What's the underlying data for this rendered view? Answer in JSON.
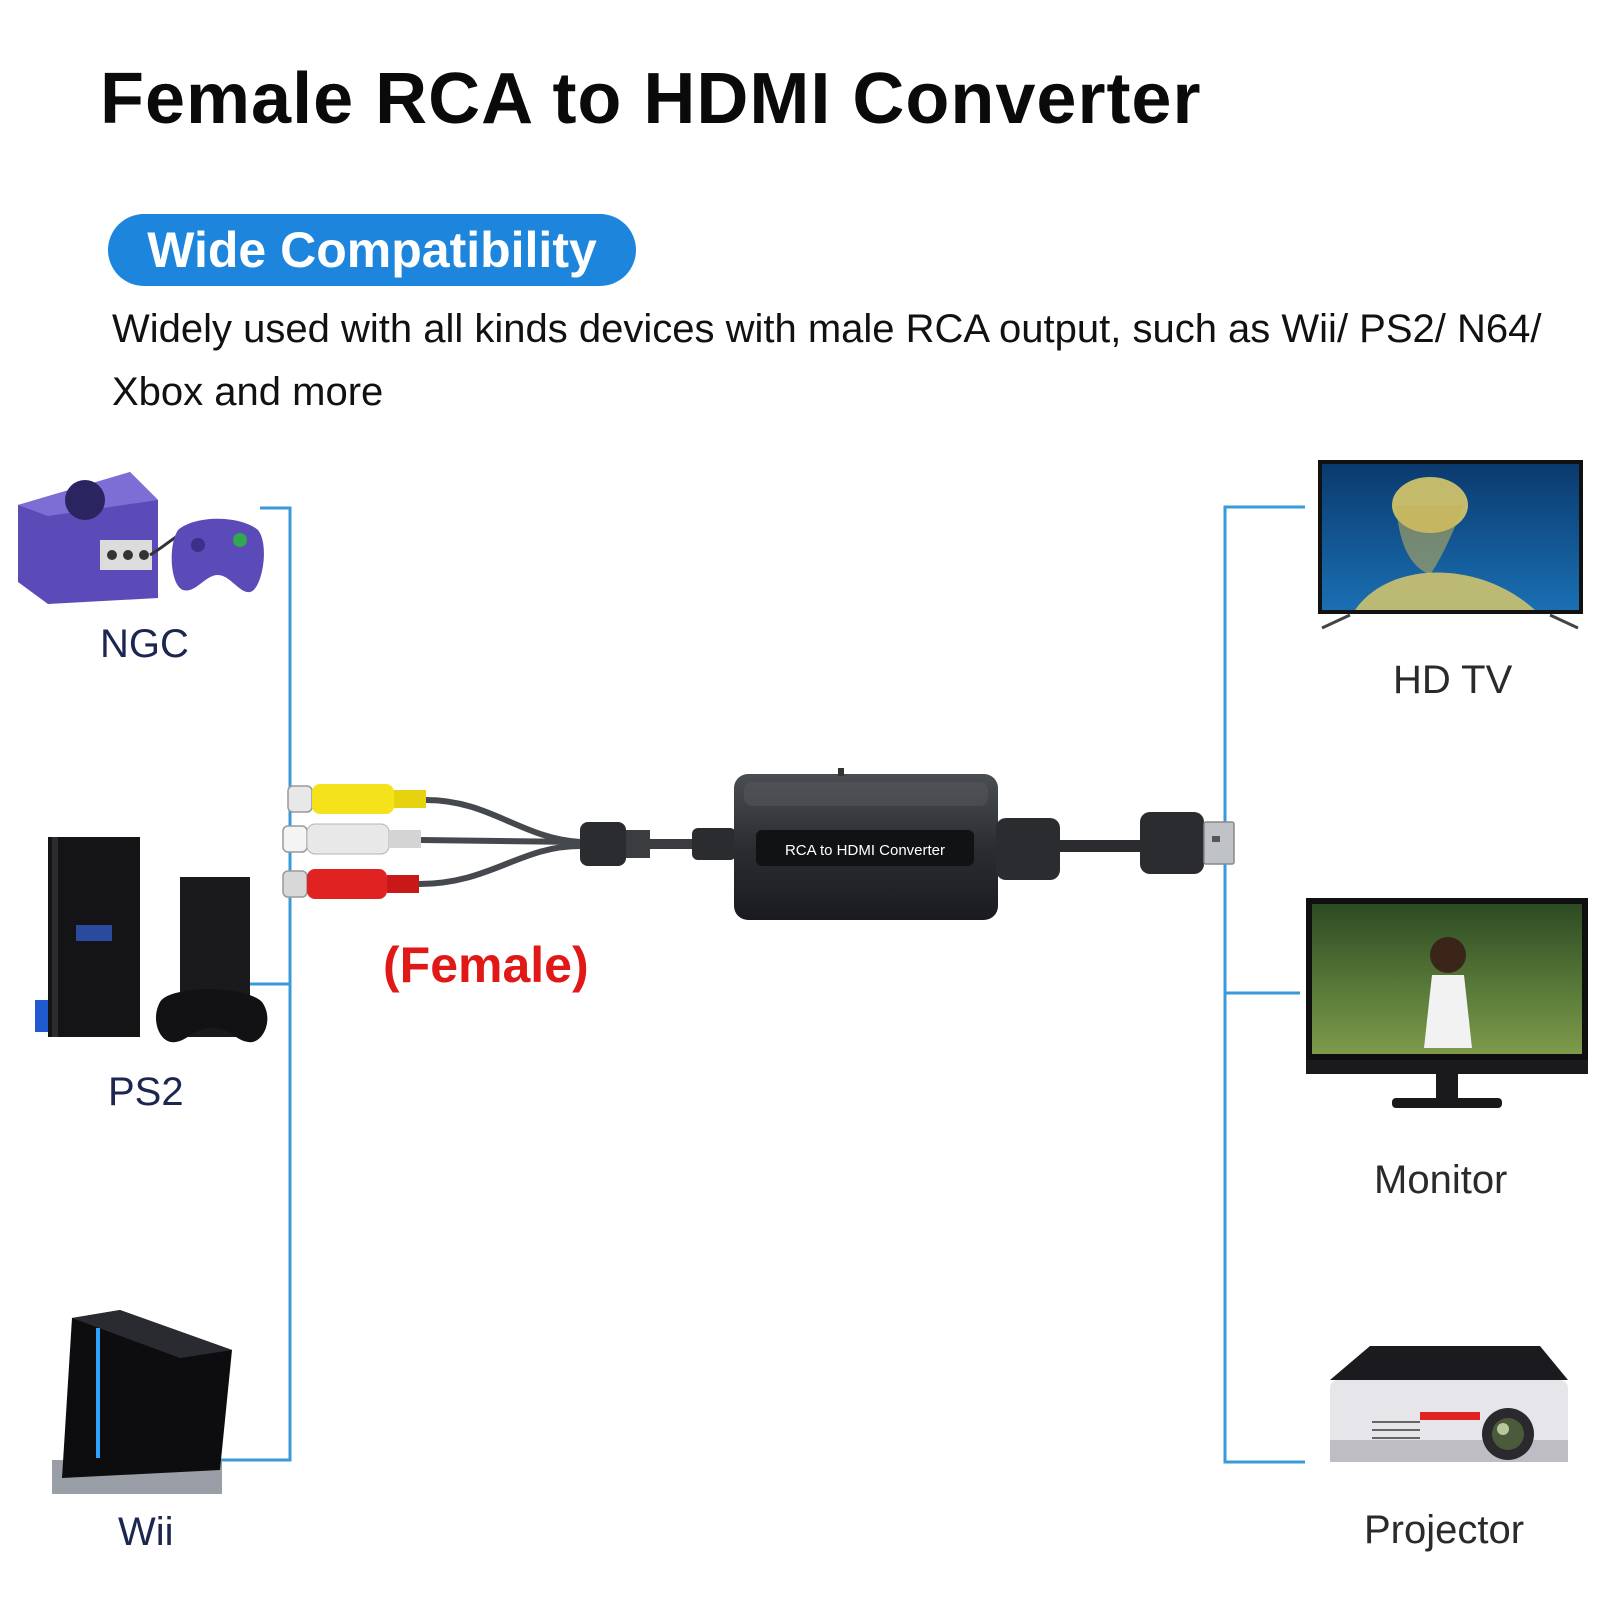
{
  "header": {
    "title": "Female RCA to HDMI Converter"
  },
  "feature": {
    "badge_label": "Wide Compatibility",
    "description": "Widely used with all kinds devices with male RCA output, such as Wii/ PS2/ N64/ Xbox and more"
  },
  "converter": {
    "body_label": "RCA to HDMI Converter",
    "connector_gender_label": "(Female)"
  },
  "source_devices": [
    {
      "label": "NGC"
    },
    {
      "label": "PS2"
    },
    {
      "label": "Wii"
    }
  ],
  "output_devices": [
    {
      "label": "HD TV"
    },
    {
      "label": "Monitor"
    },
    {
      "label": "Projector"
    }
  ],
  "colors": {
    "accent_blue": "#1d86dc",
    "connector_line": "#3a9ad9",
    "female_label": "#e01818",
    "rca_yellow": "#f4e21a",
    "rca_white": "#e8e8e8",
    "rca_red": "#e02222"
  }
}
